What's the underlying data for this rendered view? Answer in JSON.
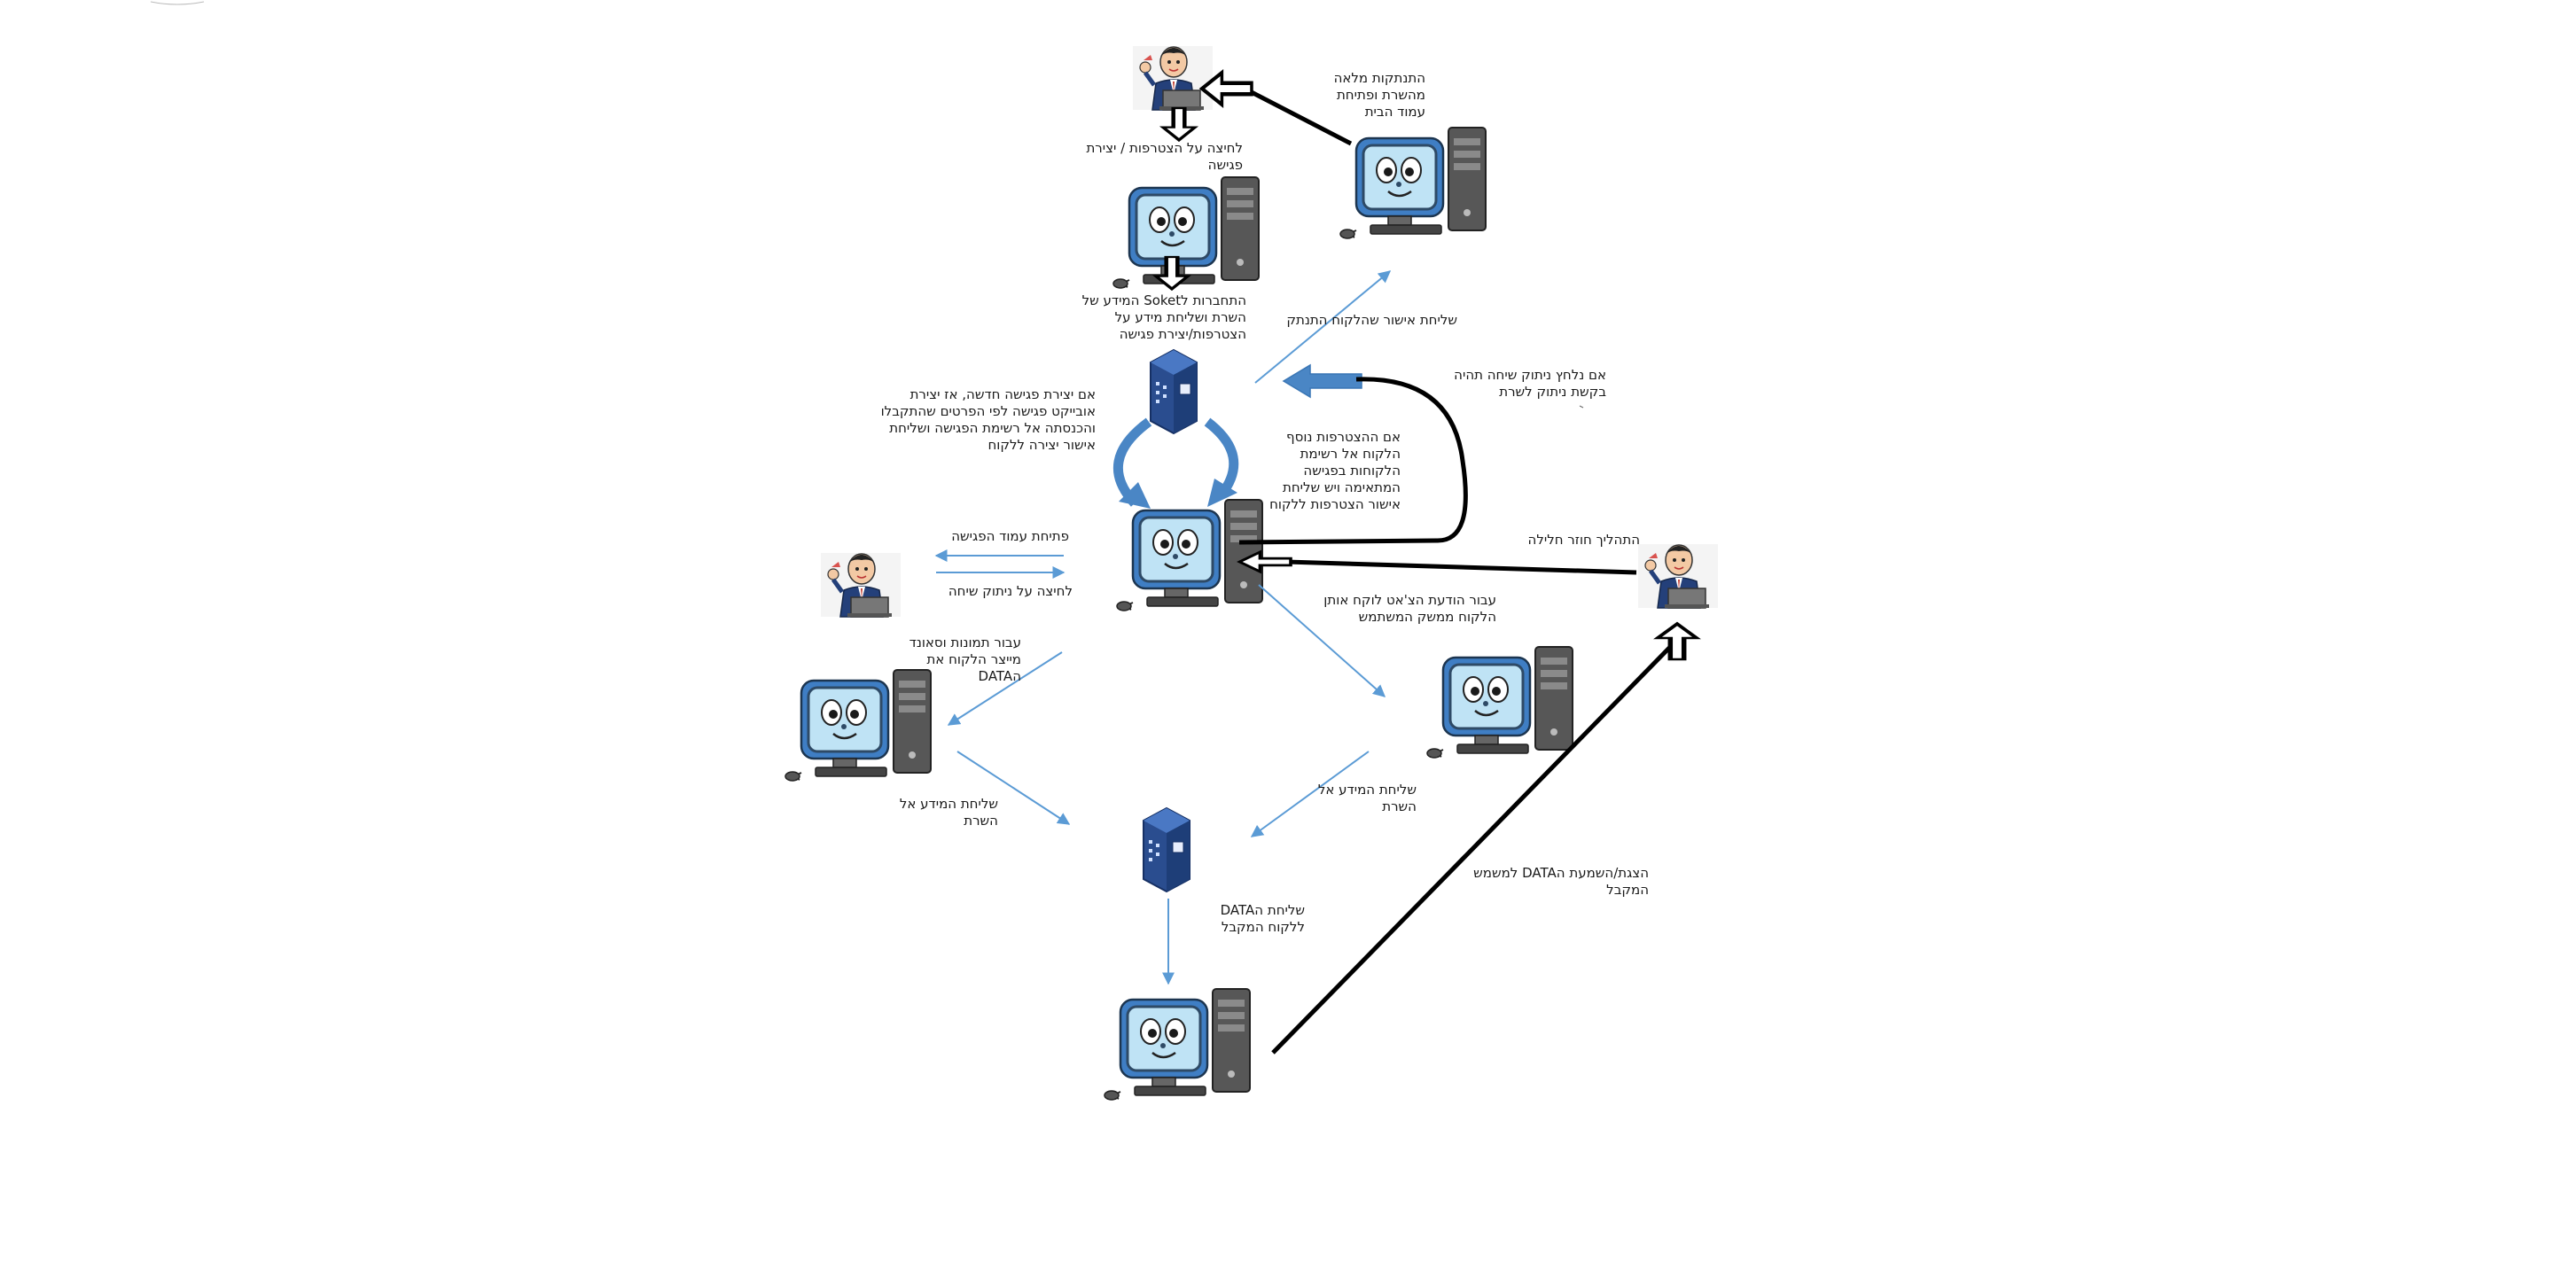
{
  "labels": {
    "full_disconnect": "התנתקות מלאה מהשרת ופתיחת עמוד הבית",
    "click_join_create": "לחיצה על הצטרפות / יצירת פגישה",
    "socket_connect": "התחברות לSoket המידע של השרת ושליחת מידע על הצטרפות/יצירת פגישה",
    "disconnect_confirmation": "שליחת אישור שהלקוח התנתק",
    "hangup_request": "אם נלחץ ניתוק שיחה תהיה בקשת ניתוק לשרת",
    "new_meeting": "אם יצירת פגישה חדשה, אז יצירת אובייקט פגישה לפי הפרטים שהתקבלו והכנסתה אל רשימת הפגישה ושליחת אישור יצירה ללקוח",
    "join_meeting": "אם ההצטרפות נוסף הלקוח אל רשימת הלקוחות בפגישה המתאימה ויש שליחת אישור הצטרפות ללקוח",
    "open_meeting_page": "פתיחת עמוד הפגישה",
    "click_hangup": "לחיצה על ניתוק שיחה",
    "process_repeats": "התהליך חוזר חלילה",
    "chat_message": "עבור הודעת הצ'אט לוקח אותן הלקוח ממשק המשתמש",
    "images_sound": "עבור תמונות וסאונד מייצר הלקוח את הDATA",
    "send_info_left": "שליחת המידע אל השרת",
    "send_info_right": "שליחת המידע אל השרת",
    "send_data_receiver": "שליחת הDATA ללקוח המקבל",
    "display_data": "הצגת/השמעת הDATA למשמש המקבל"
  },
  "icons": {
    "user": "person-at-laptop-icon",
    "computer": "cartoon-computer-icon",
    "server": "server-tower-icon"
  },
  "colors": {
    "thin_arrow": "#5b9bd5",
    "thick_arrow": "#000000",
    "server_blue": "#2a4d8f",
    "screen_blue": "#bfe3f5"
  }
}
